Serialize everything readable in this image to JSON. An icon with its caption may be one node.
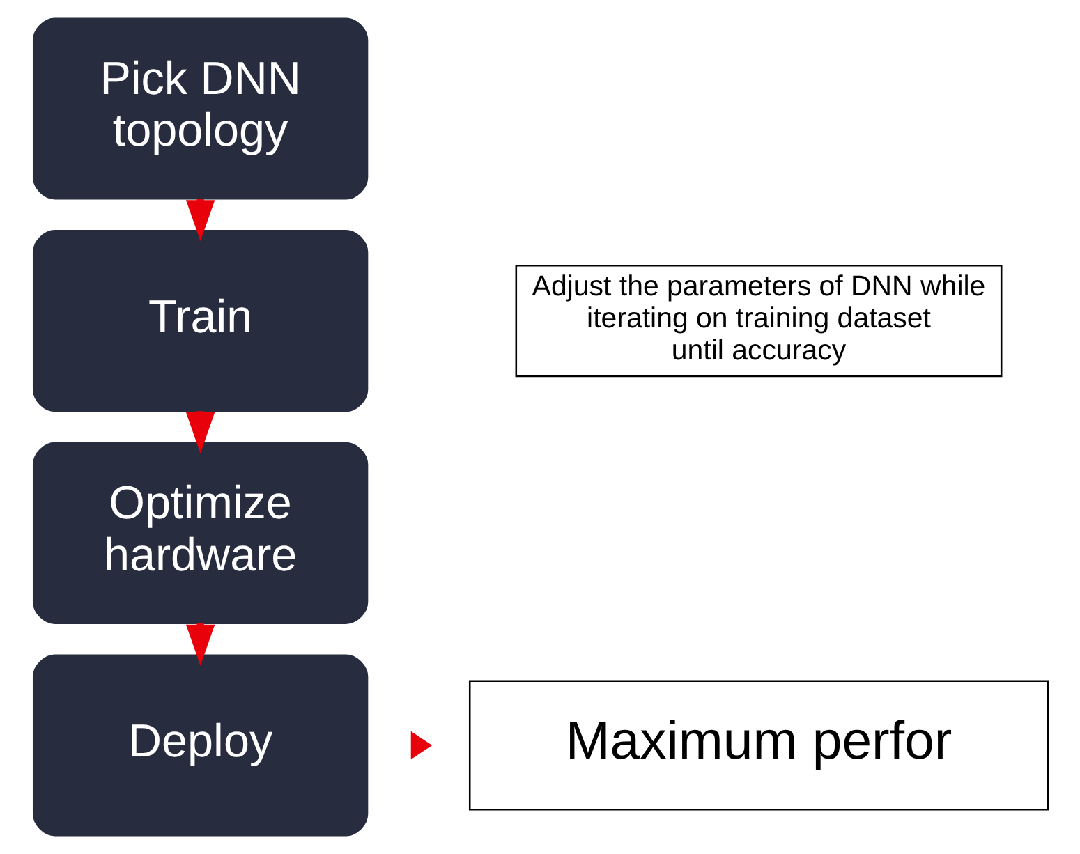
{
  "diagram": {
    "nodes": [
      {
        "text": [
          "Pick DNN topology"
        ]
      },
      {
        "text": [
          "Train"
        ]
      },
      {
        "text": [
          "Optimize hardware"
        ]
      },
      {
        "text": [
          "Deploy"
        ]
      },
      {
        "text": [
          "Adjust the parameters of DNN while iterating on training dataset until accuracy"
        ]
      },
      {
        "text": [
          "Maximum perfor"
        ]
      }
    ],
    "edges": [
      {
        "from": 0,
        "to": 1,
        "arrow": "to"
      },
      {
        "from": 1,
        "to": 2,
        "arrow": "to"
      },
      {
        "from": 2,
        "to": 3,
        "arrow": "to"
      }
    ]
  }
}
